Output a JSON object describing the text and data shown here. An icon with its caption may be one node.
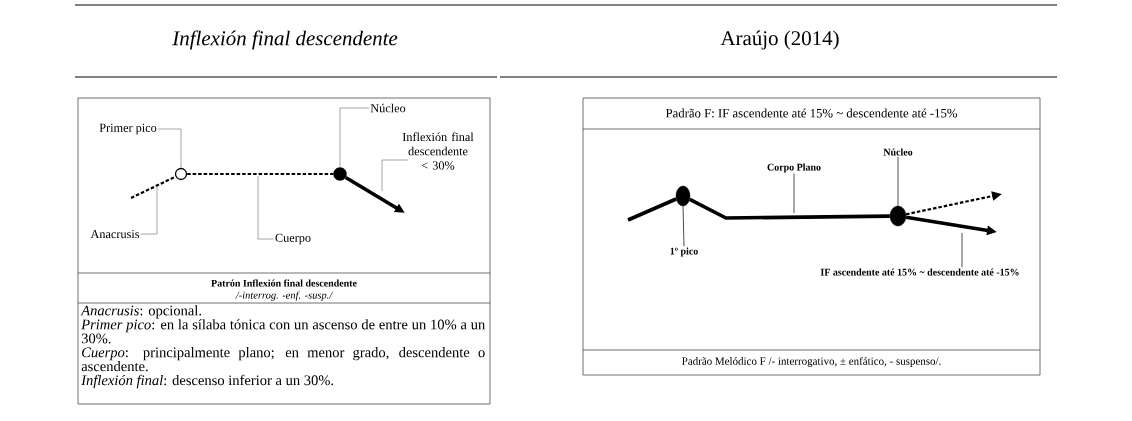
{
  "diagram": {
    "nodes": [
      {
        "text": [
          "Patrón Inflexión final descendente",
          "/-interrog. -enf. -susp./",
          "*Anacrusis*: opcional.",
          "*Primer pico*: en la sílaba tónica con un ascenso de entre un 10% a un 30%.",
          "*Cuerpo*: principalmente plano; en menor grado, descendente o ascendente.",
          "*Inflexión final*: descenso inferior a un 30%."
        ]
      },
      {
        "text": [
          "Primer pico"
        ],
        "in": 0
      },
      {
        "text": [
          "Núcleo"
        ],
        "in": 0
      },
      {
        "text": [
          "Inflexión final descendente < 30%"
        ],
        "in": 0
      },
      {
        "text": [
          "Anacrusis"
        ],
        "in": 0
      },
      {
        "text": [
          "Cuerpo"
        ],
        "in": 0
      },
      {
        "text": [],
        "shape": "circle",
        "in": 0
      },
      {
        "text": [],
        "shape": "circle",
        "in": 0
      },
      {
        "text": [
          "Padrão F: IF ascendente até 15% ~ descendente até -15%",
          "Padrão Melódico F /- interrogativo, ± enfático, - suspenso/."
        ]
      },
      {
        "text": [
          "Corpo Plano"
        ],
        "in": 8
      },
      {
        "text": [
          "Núcleo"
        ],
        "in": 8
      },
      {
        "text": [
          "1º pico"
        ],
        "in": 8
      },
      {
        "text": [
          "IF ascendente até 15% ~ descendente até -15%"
        ],
        "in": 8
      },
      {
        "text": [],
        "shape": "circle",
        "in": 8
      },
      {
        "text": [],
        "shape": "circle",
        "in": 8
      }
    ],
    "edges": [
      {
        "from": null,
        "to": 6,
        "arrow": "none",
        "style": "dashed"
      },
      {
        "from": 6,
        "to": 7,
        "arrow": "none",
        "style": "dashed"
      },
      {
        "from": 7,
        "to": null,
        "arrow": "to",
        "style": "thick"
      },
      {
        "from": 1,
        "to": 6,
        "arrow": "none",
        "color": "#808080"
      },
      {
        "from": 2,
        "to": 7,
        "arrow": "none",
        "color": "#808080"
      },
      {
        "from": 3,
        "to": null,
        "arrow": "none",
        "color": "#808080"
      },
      {
        "from": 4,
        "to": null,
        "arrow": "none",
        "color": "#808080"
      },
      {
        "from": 5,
        "to": null,
        "arrow": "none",
        "color": "#808080"
      },
      {
        "from": null,
        "to": 13,
        "arrow": "none",
        "style": "thick"
      },
      {
        "from": 13,
        "to": 14,
        "arrow": "none",
        "style": "thick"
      },
      {
        "from": 14,
        "to": null,
        "arrow": "to",
        "style": "dashed"
      },
      {
        "from": 14,
        "to": null,
        "arrow": "to",
        "style": "thick"
      },
      {
        "from": 9,
        "to": null,
        "arrow": "none"
      },
      {
        "from": 10,
        "to": 14,
        "arrow": "none"
      },
      {
        "from": 11,
        "to": 13,
        "arrow": "none"
      },
      {
        "from": 12,
        "to": null,
        "arrow": "none"
      }
    ],
    "labels": [
      "Inflexión final descendente",
      "Araújo (2014)"
    ]
  }
}
